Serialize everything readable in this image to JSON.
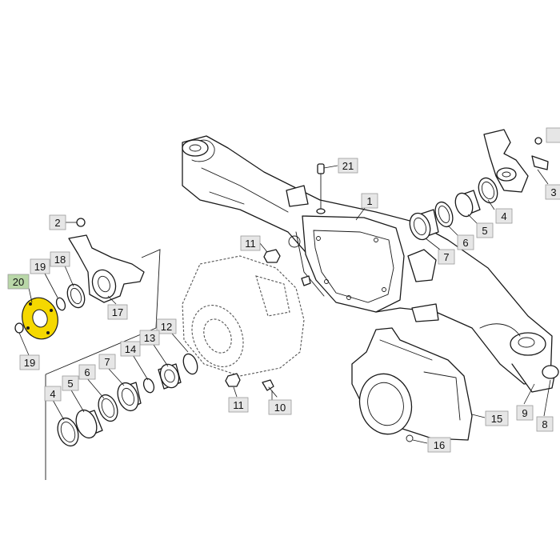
{
  "highlight_color": "#f5d800",
  "callout_box_color": "#e6e6e6",
  "callout_box_highlight_color": "#b9d7a8",
  "callouts": [
    {
      "id": "c21",
      "label": "21"
    },
    {
      "id": "c1",
      "label": "1"
    },
    {
      "id": "c2",
      "label": "2"
    },
    {
      "id": "c3",
      "label": "3"
    },
    {
      "id": "c4r",
      "label": "4"
    },
    {
      "id": "c5r",
      "label": "5"
    },
    {
      "id": "c6r",
      "label": "6"
    },
    {
      "id": "c7r",
      "label": "7"
    },
    {
      "id": "c11a",
      "label": "11"
    },
    {
      "id": "c18",
      "label": "18"
    },
    {
      "id": "c19a",
      "label": "19"
    },
    {
      "id": "c20",
      "label": "20",
      "highlighted": true
    },
    {
      "id": "c17",
      "label": "17"
    },
    {
      "id": "c12",
      "label": "12"
    },
    {
      "id": "c13",
      "label": "13"
    },
    {
      "id": "c14",
      "label": "14"
    },
    {
      "id": "c19b",
      "label": "19"
    },
    {
      "id": "c7l",
      "label": "7"
    },
    {
      "id": "c6l",
      "label": "6"
    },
    {
      "id": "c5l",
      "label": "5"
    },
    {
      "id": "c4l",
      "label": "4"
    },
    {
      "id": "c11b",
      "label": "11"
    },
    {
      "id": "c10",
      "label": "10"
    },
    {
      "id": "c15",
      "label": "15"
    },
    {
      "id": "c16",
      "label": "16"
    },
    {
      "id": "c9",
      "label": "9"
    },
    {
      "id": "c8",
      "label": "8"
    },
    {
      "id": "c3top",
      "label": ""
    }
  ]
}
